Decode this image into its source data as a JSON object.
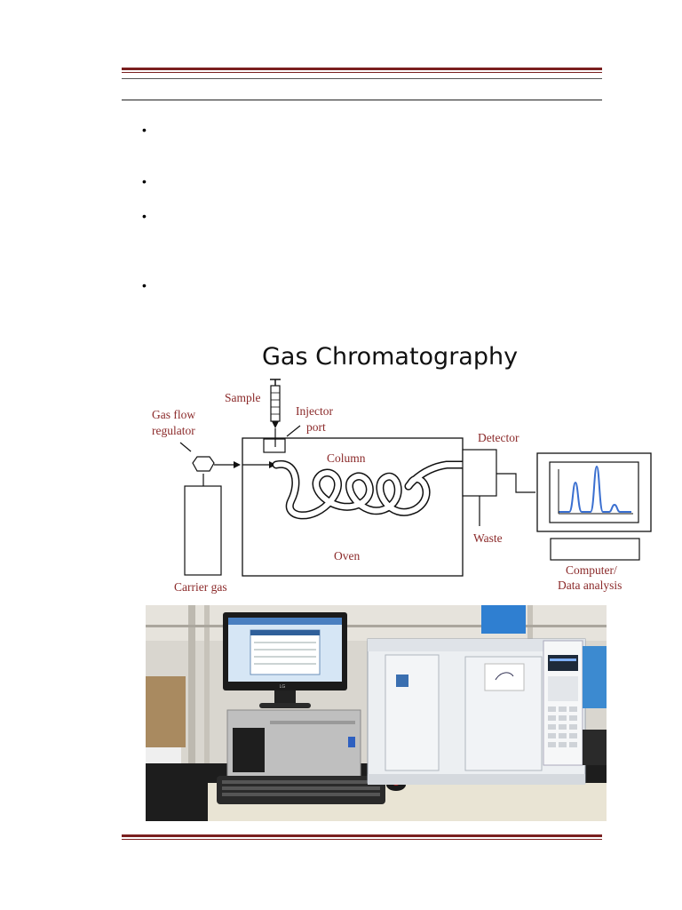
{
  "bullets": [
    "•",
    "•",
    "•",
    "•"
  ],
  "diagram": {
    "title": "Gas Chromatography",
    "labels": {
      "sample": "Sample",
      "injector_1": "Injector",
      "injector_2": "port",
      "gas_flow_1": "Gas flow",
      "gas_flow_2": "regulator",
      "column": "Column",
      "detector": "Detector",
      "waste": "Waste",
      "oven": "Oven",
      "carrier_gas": "Carrier gas",
      "computer_1": "Computer/",
      "computer_2": "Data analysis"
    }
  },
  "photo": {
    "monitor_brand": "LG"
  }
}
